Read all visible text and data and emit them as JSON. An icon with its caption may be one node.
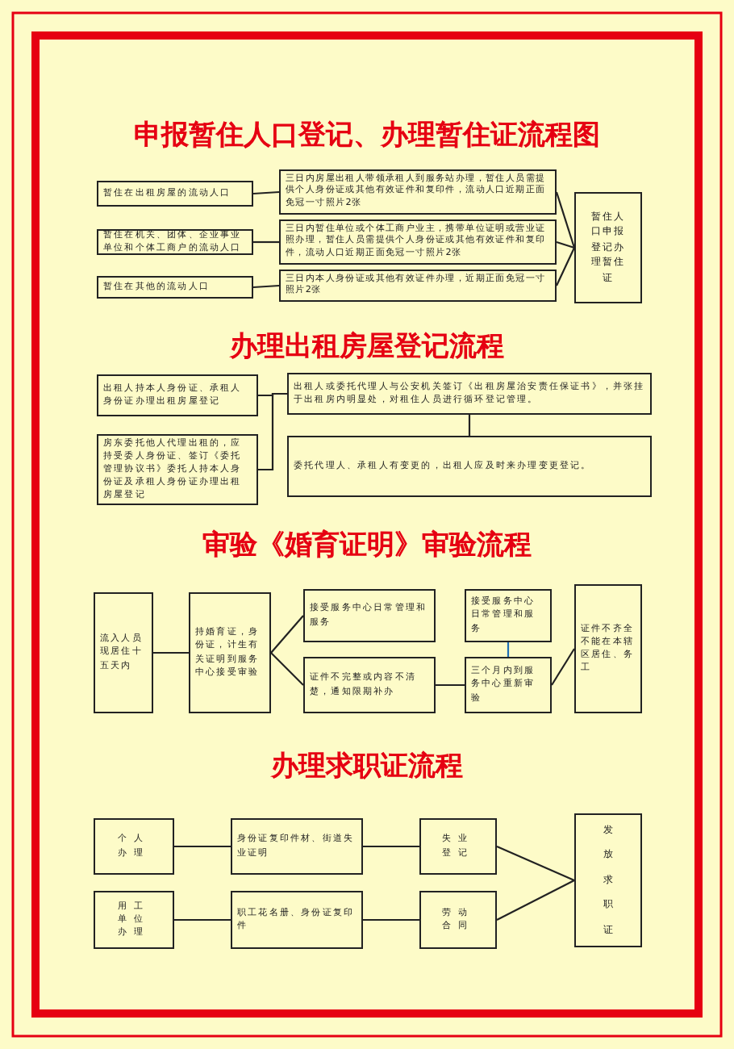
{
  "diagram": {
    "title": "申报暂住人口登记、办理暂住证流程图",
    "nodes": [
      {
        "text": [
          "暂住在出租房屋的流动人口"
        ]
      },
      {
        "text": [
          "暂住在机关、团体、企业事业单位和个体工商户的流动人口"
        ]
      },
      {
        "text": [
          "暂住在其他的流动人口"
        ]
      },
      {
        "text": [
          "三日内房屋出租人带领承租人到服务站办理，暂住人员需提供个人身份证或其他有效证件和复印件，流动人口近期正面免冠一寸照片2张"
        ]
      },
      {
        "text": [
          "三日内暂住单位或个体工商户业主，携带单位证明或营业证照办理，暂住人员需提供个人身份证或其他有效证件和复印件，流动人口近期正面免冠一寸照片2张"
        ]
      },
      {
        "text": [
          "三日内本人身份证或其他有效证件办理，近期正面免冠一寸照片2张"
        ]
      },
      {
        "text": [
          "暂住人口申报登记办理暂住证"
        ]
      },
      {
        "text": [
          "出租人持本人身份证、承租人身份证办理出租房屋登记"
        ]
      },
      {
        "text": [
          "房东委托他人代理出租的，应持受委人身份证、签订《委托管理协议书》委托人持本人身份证及承租人身份证办理出租房屋登记"
        ]
      },
      {
        "text": [
          "出租人或委托代理人与公安机关签订《出租房屋治安责任保证书》，并张挂于出租房内明显处，对租住人员进行循环登记管理。"
        ]
      },
      {
        "text": [
          "委托代理人、承租人有变更的，出租人应及时来办理变更登记。"
        ]
      },
      {
        "text": [
          "流入人员现居住十五天内"
        ]
      },
      {
        "text": [
          "持婚育证，身份证，计生有关证明到服务中心接受审验"
        ]
      },
      {
        "text": [
          "接受服务中心日常管理和服务"
        ]
      },
      {
        "text": [
          "证件不完整或内容不清楚，通知限期补办"
        ]
      },
      {
        "text": [
          "接受服务中心日常管理和服务"
        ]
      },
      {
        "text": [
          "三个月内到服务中心重新审验"
        ]
      },
      {
        "text": [
          "证件不齐全不能在本辖区居住、务工"
        ]
      },
      {
        "text": [
          "个人办理"
        ]
      },
      {
        "text": [
          "身份证复印件材、街道失业证明"
        ]
      },
      {
        "text": [
          "失业登记"
        ]
      },
      {
        "text": [
          "用工单位办理"
        ]
      },
      {
        "text": [
          "职工花名册、身份证复印件"
        ]
      },
      {
        "text": [
          "劳动合同"
        ]
      },
      {
        "text": [
          "发放求职证"
        ]
      }
    ],
    "edges": [
      {
        "from": 0,
        "to": 3,
        "arrow": "none"
      },
      {
        "from": 1,
        "to": 4,
        "arrow": "none"
      },
      {
        "from": 2,
        "to": 5,
        "arrow": "none"
      },
      {
        "from": 3,
        "to": 6,
        "arrow": "none"
      },
      {
        "from": 4,
        "to": 6,
        "arrow": "none"
      },
      {
        "from": 5,
        "to": 6,
        "arrow": "none"
      },
      {
        "from": 7,
        "to": 9,
        "arrow": "none"
      },
      {
        "from": 8,
        "to": 9,
        "arrow": "none"
      },
      {
        "from": 9,
        "to": 10,
        "arrow": "none"
      },
      {
        "from": 11,
        "to": 12,
        "arrow": "none"
      },
      {
        "from": 12,
        "to": 13,
        "arrow": "none"
      },
      {
        "from": 12,
        "to": 14,
        "arrow": "none"
      },
      {
        "from": 14,
        "to": 16,
        "arrow": "none"
      },
      {
        "from": 16,
        "to": 15,
        "arrow": "none",
        "color": "#1f6fb5"
      },
      {
        "from": 16,
        "to": 17,
        "arrow": "none"
      },
      {
        "from": 18,
        "to": 19,
        "arrow": "none"
      },
      {
        "from": 19,
        "to": 20,
        "arrow": "none"
      },
      {
        "from": 20,
        "to": 24,
        "arrow": "none"
      },
      {
        "from": 21,
        "to": 22,
        "arrow": "none"
      },
      {
        "from": 22,
        "to": 23,
        "arrow": "none"
      },
      {
        "from": 23,
        "to": 24,
        "arrow": "none"
      }
    ],
    "labels": [
      "办理出租房屋登记流程",
      "审验《婚育证明》审验流程",
      "办理求职证流程"
    ]
  }
}
